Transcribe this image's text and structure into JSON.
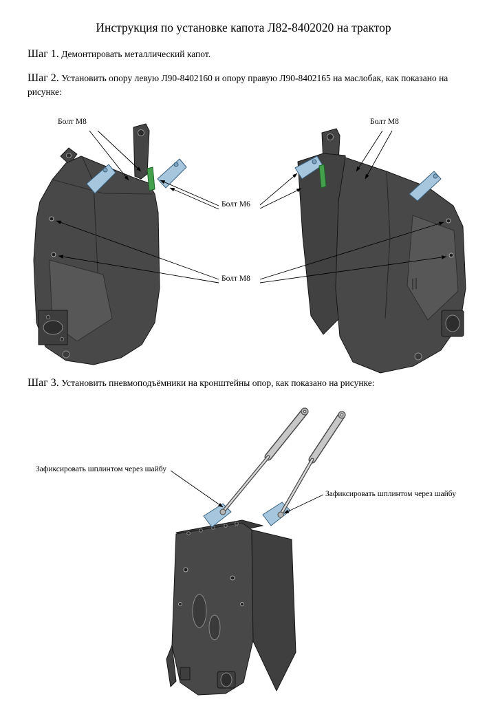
{
  "page": {
    "title": "Инструкция по установке капота Л82-8402020 на трактор"
  },
  "steps": [
    {
      "label": "Шаг 1.",
      "text": "Демонтировать металлический капот."
    },
    {
      "label": "Шаг 2.",
      "text": "Установить опору левую Л90-8402160 и опору правую Л90-8402165 на маслобак, как показано на рисунке:"
    },
    {
      "label": "Шаг 3.",
      "text": "Установить пневмоподъёмники на кронштейны опор, как показано на рисунке:"
    }
  ],
  "figure_supports": {
    "callouts": {
      "bolt_m8_top_left": "Болт М8",
      "bolt_m8_top_right": "Болт М8",
      "bolt_m6_center": "Болт М6",
      "bolt_m8_center": "Болт М8"
    }
  },
  "figure_lifters": {
    "callouts": {
      "fix_with_pin_left": "Зафиксировать шплинтом через шайбу",
      "fix_with_pin_right": "Зафиксировать шплинтом через шайбу"
    }
  },
  "colors": {
    "body_dark": "#484848",
    "bracket_blue": "#a6c6dd",
    "plate_green": "#44a04c"
  }
}
